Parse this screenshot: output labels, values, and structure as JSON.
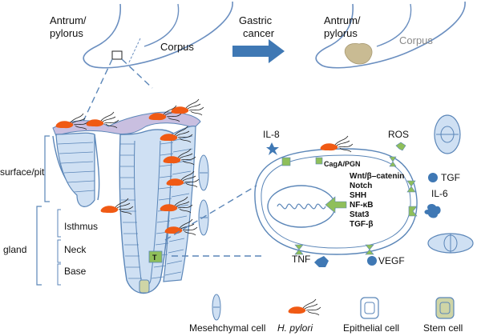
{
  "stomach_left": {
    "antrum_label_1": "Antrum/",
    "antrum_label_2": "pylorus",
    "corpus_label": "Corpus"
  },
  "transition": {
    "label_1": "Gastric",
    "label_2": "cancer"
  },
  "stomach_right": {
    "antrum_label_1": "Antrum/",
    "antrum_label_2": "pylorus",
    "corpus_label": "Corpus"
  },
  "gland_regions": {
    "surface_pit": "surface/pit",
    "gland": "gland",
    "isthmus": "Isthmus",
    "neck": "Neck",
    "base": "Base"
  },
  "cell_labels": {
    "stem_cell_marker": "T"
  },
  "signals": {
    "il8": "IL-8",
    "ros": "ROS",
    "tgf": "TGF",
    "il6": "IL-6",
    "tnf": "TNF",
    "vegf": "VEGF",
    "caga": "CagA/PGN"
  },
  "pathways": [
    "Wnt/β–catenin",
    "Notch",
    "SHH",
    "NF-κB",
    "Stat3",
    "TGF-β"
  ],
  "legend": {
    "mesenchymal": "Mesehchymal cell",
    "hpylori": "H. pylori",
    "epithelial": "Epithelial cell",
    "stem": "Stem cell"
  },
  "colors": {
    "outline": "#5b86b8",
    "cell_fill": "#cfe0f3",
    "lumen_fill": "#c9bfe0",
    "hpylori": "#f05a14",
    "tumor": "#c9bb93",
    "arrow": "#3f78b4",
    "receptor": "#8fbf5a",
    "stem": "#cfd5a6"
  }
}
